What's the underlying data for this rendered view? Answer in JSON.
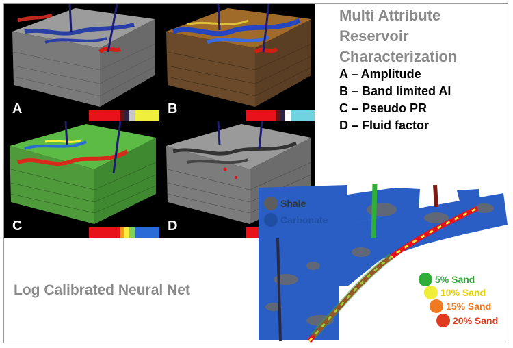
{
  "title": "Multi Attribute Reservoir Characterization",
  "attributes": [
    {
      "letter": "A",
      "label": "A – Amplitude"
    },
    {
      "letter": "B",
      "label": "B – Band limited AI"
    },
    {
      "letter": "C",
      "label": "C – Pseudo PR"
    },
    {
      "letter": "D",
      "label": "D – Fluid factor"
    }
  ],
  "panels": [
    {
      "letter": "A",
      "colorbar": [
        "#e8121a",
        "#e8121a",
        "#6a1111",
        "#2b2244",
        "#c7c7c7",
        "#f0ef3c",
        "#f0ef3c"
      ]
    },
    {
      "letter": "B",
      "colorbar": [
        "#e8121a",
        "#e8121a",
        "#6a1111",
        "#2b2244",
        "#ffffff",
        "#6fd3e0",
        "#6fd3e0"
      ]
    },
    {
      "letter": "C",
      "colorbar": [
        "#e8121a",
        "#e8121a",
        "#f59c1a",
        "#f7ef3a",
        "#7fd25a",
        "#2a6bd8",
        "#22308e"
      ]
    },
    {
      "letter": "D",
      "colorbar": [
        "#e8121a",
        "#e8121a"
      ]
    }
  ],
  "lithology_legend": [
    {
      "label": "Shale",
      "color": "#5d5d5d"
    },
    {
      "label": "Carbonate",
      "color": "#1f4fa3"
    }
  ],
  "sand_legend": [
    {
      "label": "5% Sand",
      "color": "#2fae3a"
    },
    {
      "label": "10% Sand",
      "color": "#f1ee3a"
    },
    {
      "label": "15% Sand",
      "color": "#f07a22"
    },
    {
      "label": "20% Sand",
      "color": "#e03a1f"
    }
  ],
  "neural_net_label": "Log Calibrated Neural Net"
}
